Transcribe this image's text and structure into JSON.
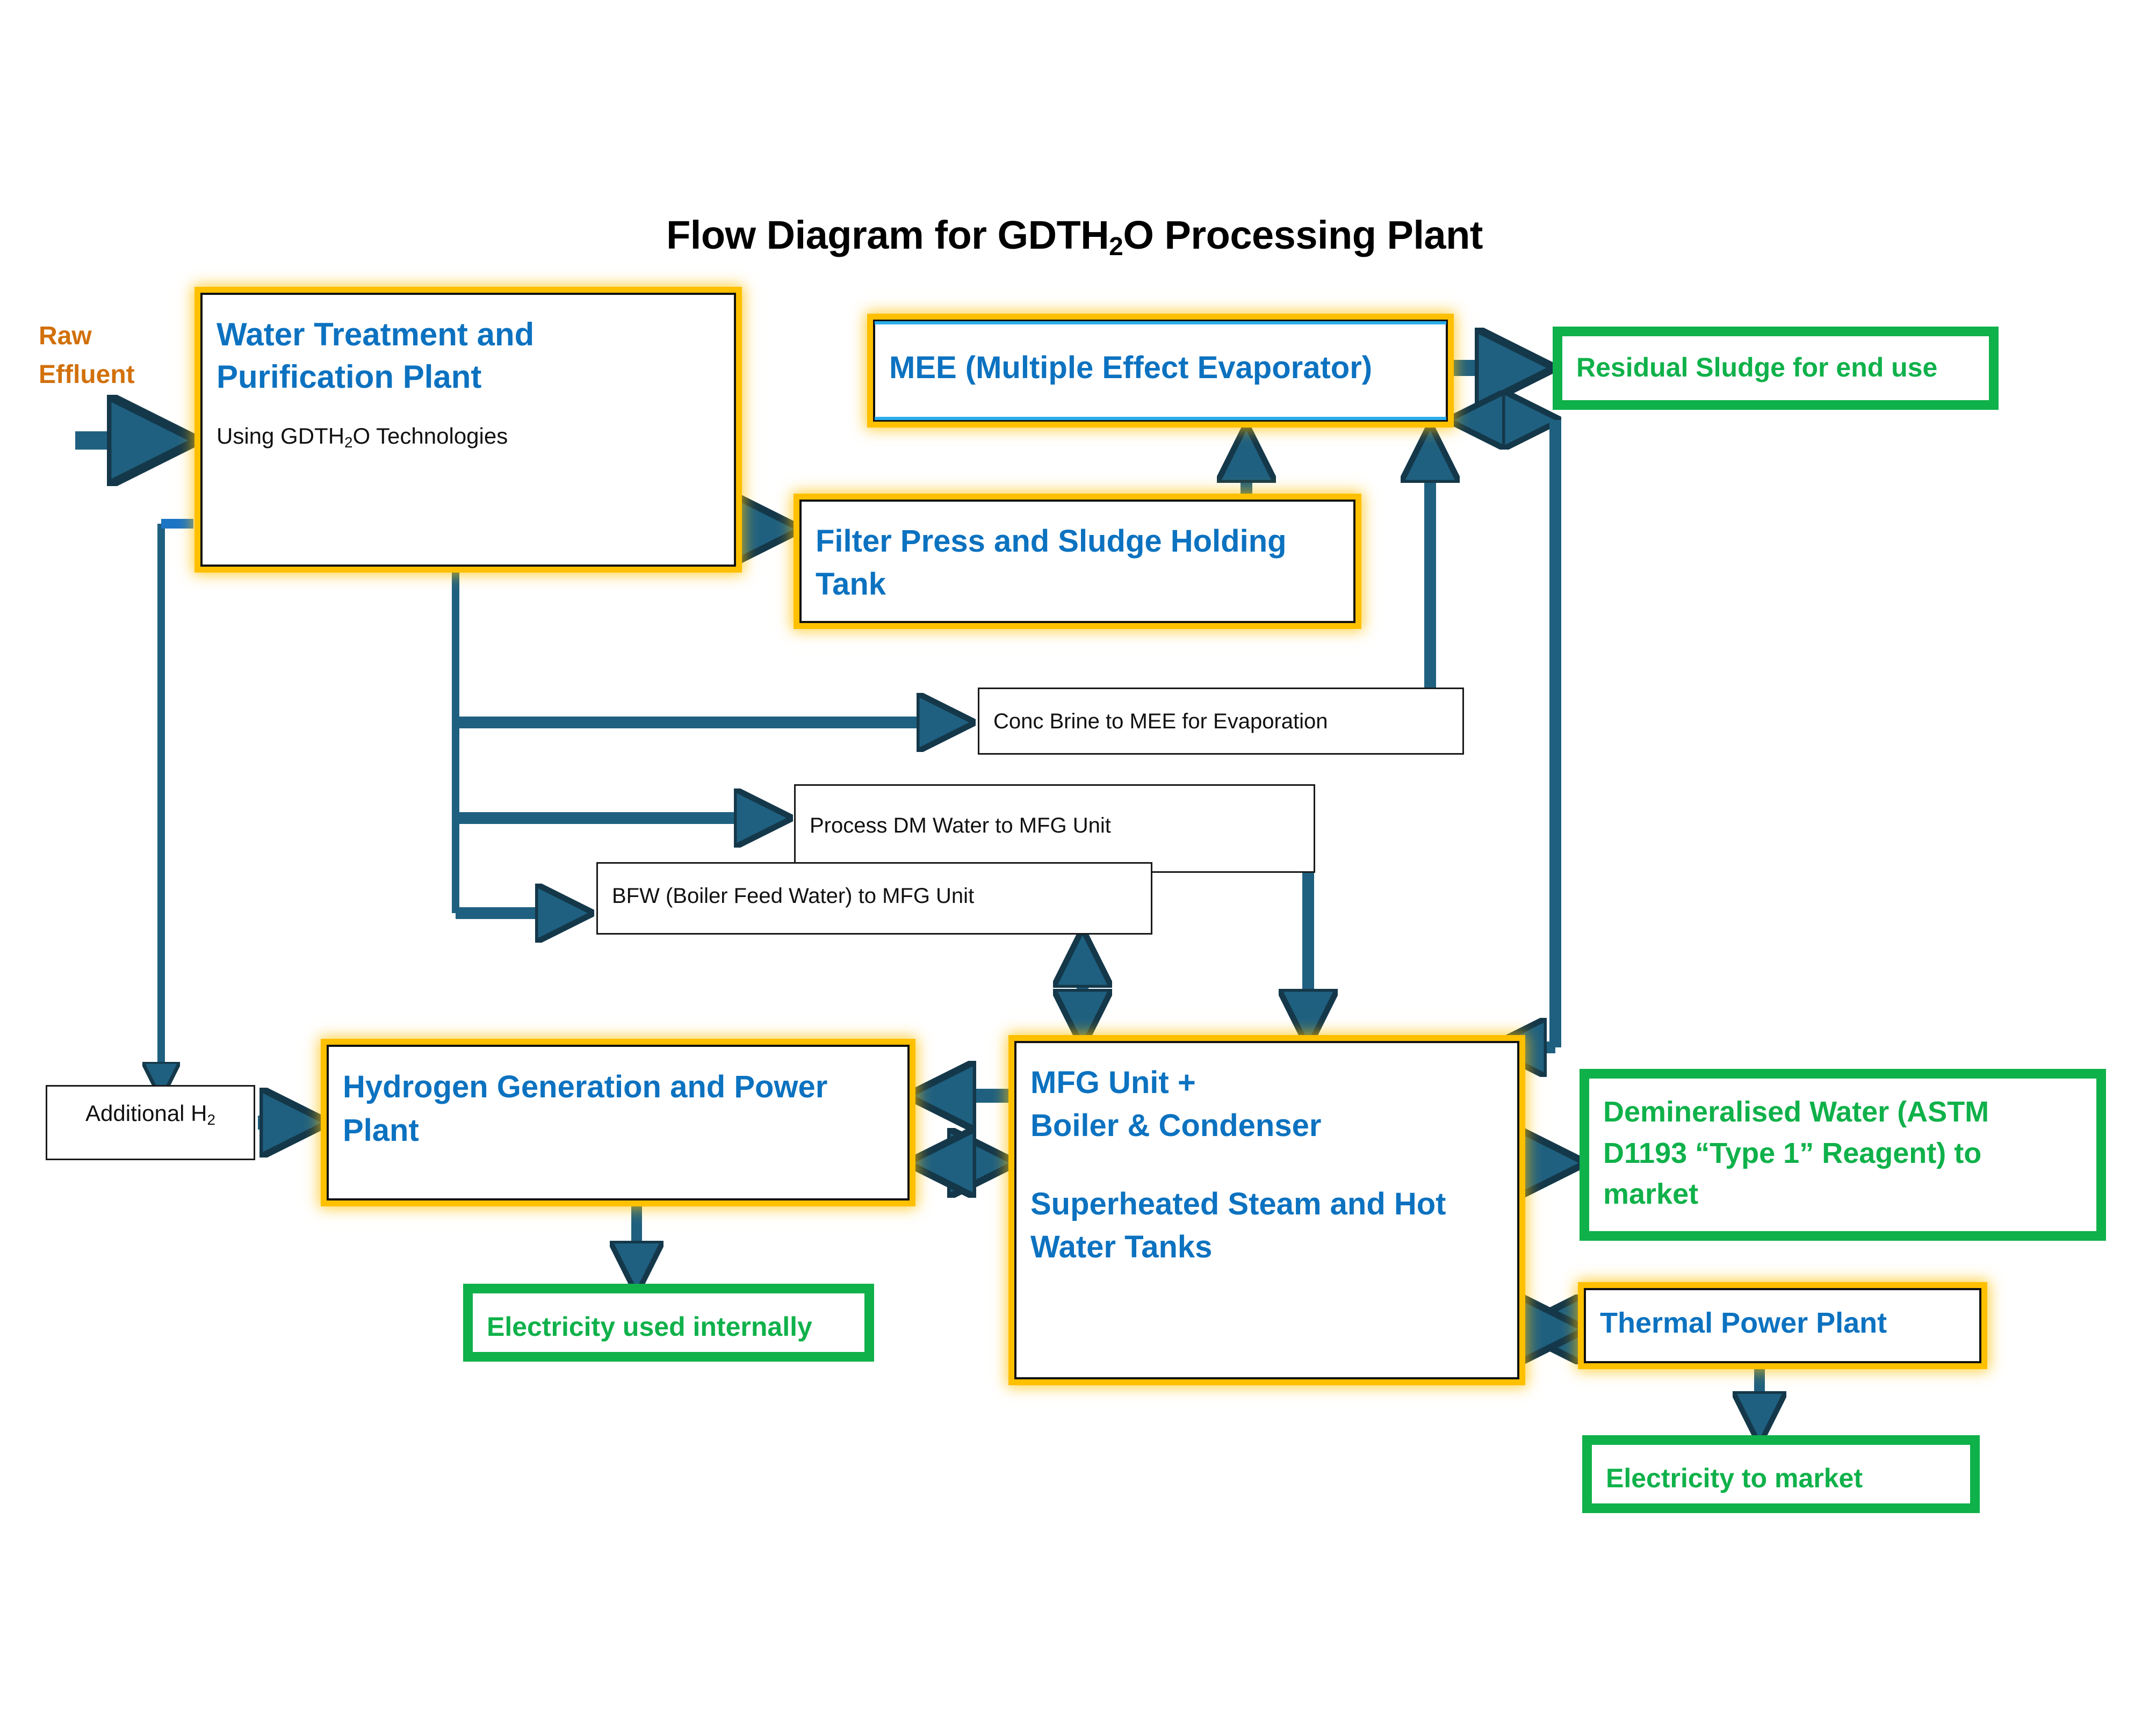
{
  "page": {
    "title_prefix": "Flow Diagram for GDTH",
    "title_sub": "2",
    "title_suffix": "O Processing Plant",
    "background": "#ffffff"
  },
  "colors": {
    "process_accent": "#FFC000",
    "process_text": "#0C72C0",
    "output_green": "#0FB14A",
    "input_orange": "#D2700A",
    "connector": "#1F6080",
    "mee_inner_rule": "#2BAEEB",
    "label_border": "#1a1a1a"
  },
  "inputs": {
    "raw_effluent_line1": "Raw",
    "raw_effluent_line2": "Effluent",
    "additional_h2_prefix": "Additional H",
    "additional_h2_sub": "2"
  },
  "process_boxes": {
    "water_treatment": {
      "title_line1": "Water Treatment and",
      "title_line2": "Purification Plant",
      "subtitle_prefix": "Using GDTH",
      "subtitle_sub": "2",
      "subtitle_suffix": "O Technologies"
    },
    "mee": {
      "label": "MEE (Multiple Effect Evaporator)"
    },
    "filter_press": {
      "line1": "Filter Press and Sludge Holding",
      "line2": "Tank"
    },
    "hydrogen_plant": {
      "line1": "Hydrogen Generation and Power",
      "line2": "Plant"
    },
    "mfg_unit": {
      "line1": "MFG Unit +",
      "line2": "Boiler & Condenser",
      "line3": "Superheated Steam  and Hot",
      "line4": "Water Tanks"
    },
    "thermal_power_plant": {
      "label": "Thermal Power Plant"
    }
  },
  "stream_labels": {
    "conc_brine": "Conc Brine to MEE for Evaporation",
    "process_dm_water": "Process DM Water to MFG Unit",
    "bfw": "BFW (Boiler Feed Water) to MFG Unit"
  },
  "outputs": {
    "residual_sludge": "Residual Sludge for end use",
    "electricity_internal": "Electricity used internally",
    "demineralised_water_line1": "Demineralised Water (ASTM",
    "demineralised_water_line2": "D1193 “Type 1” Reagent) to",
    "demineralised_water_line3": "market",
    "electricity_market": "Electricity to market"
  }
}
